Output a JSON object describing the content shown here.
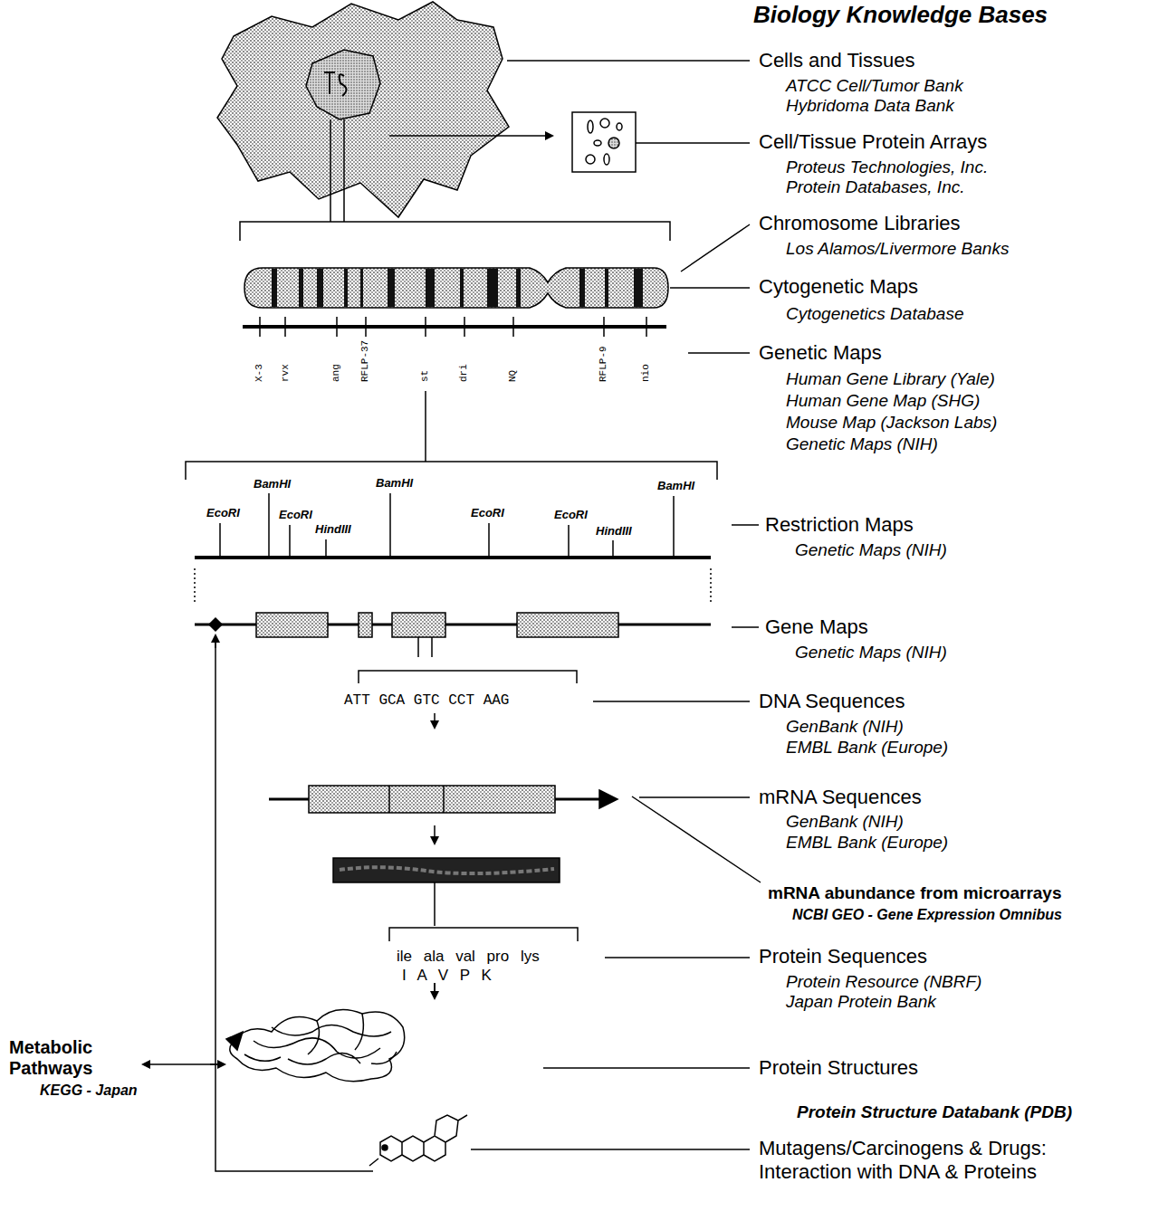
{
  "diagram": {
    "title": "Biology Knowledge Bases",
    "labels": [
      "Cells and Tissues",
      "ATCC Cell/Tumor Bank",
      "Hybridoma Data Bank",
      "Cell/Tissue Protein Arrays",
      "Proteus Technologies, Inc.",
      "Protein Databases, Inc.",
      "Chromosome Libraries",
      "Los Alamos/Livermore Banks",
      "Cytogenetic Maps",
      "Cytogenetics Database",
      "Genetic Maps",
      "Human Gene Library (Yale)",
      "Human Gene Map (SHG)",
      "Mouse Map (Jackson Labs)",
      "Genetic Maps (NIH)",
      "Restriction Maps",
      "Genetic Maps (NIH)",
      "Gene Maps",
      "Genetic Maps (NIH)",
      "DNA Sequences",
      "GenBank (NIH)",
      "EMBL Bank (Europe)",
      "mRNA Sequences",
      "GenBank (NIH)",
      "EMBL Bank (Europe)",
      "mRNA abundance from microarrays",
      "NCBI GEO - Gene Expression Omnibus",
      "Protein Sequences",
      "Protein Resource (NBRF)",
      "Japan Protein Bank",
      "Protein Structures",
      "Protein Structure Databank (PDB)",
      "Mutagens/Carcinogens & Drugs:",
      "Interaction with DNA & Proteins",
      "Metabolic Pathways",
      "KEGG - Japan",
      "X-3",
      "rvx",
      "ang",
      "RFLP-37",
      "st",
      "dri",
      "NQ",
      "RFLP-9",
      "nio",
      "EcoRI",
      "BamHI",
      "EcoRI",
      "HindIII",
      "BamHI",
      "EcoRI",
      "EcoRI",
      "HindIII",
      "BamHI",
      "ATT GCA GTC CCT AAG",
      "ile ala val pro lys",
      "I A V P K"
    ]
  }
}
